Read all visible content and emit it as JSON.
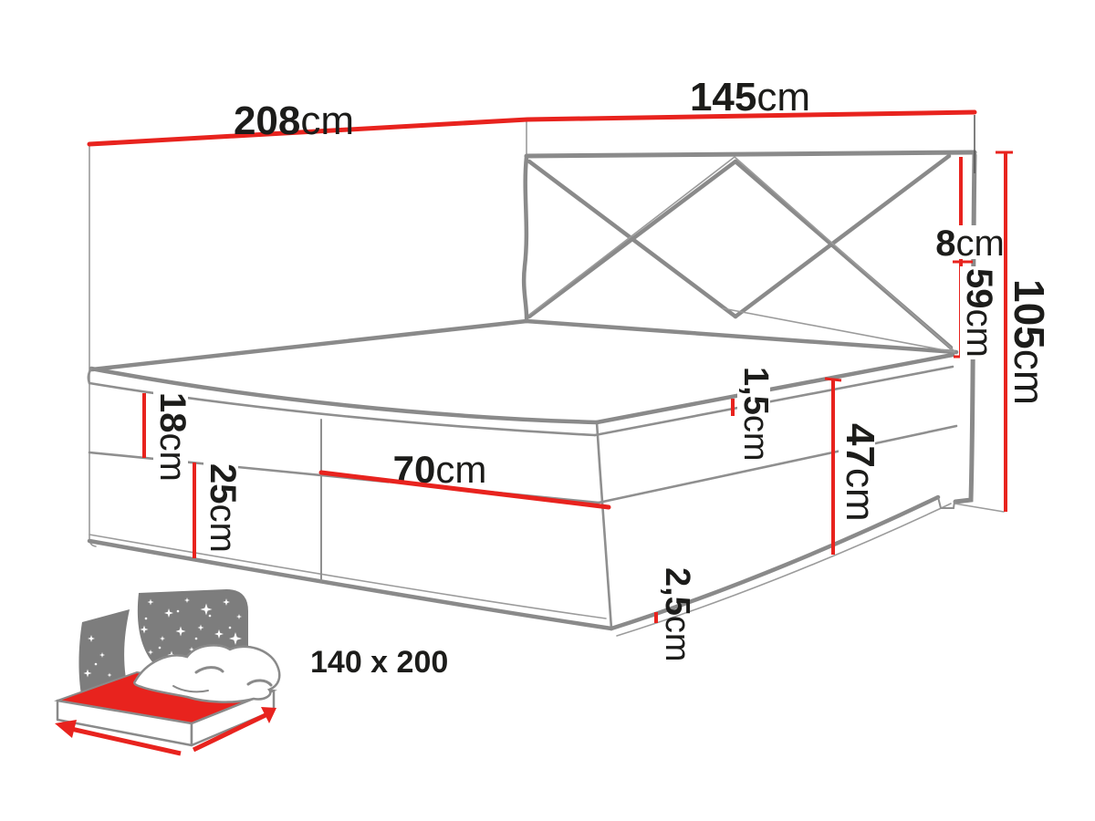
{
  "title": "Boxspring bed dimension diagram",
  "colors": {
    "dimension_line": "#e8231e",
    "outline_gray": "#8a8a8a",
    "text": "#1c1c1a",
    "icon_gray": "#7d7d7d",
    "size_label_gray": "#8c8c8c",
    "background": "#ffffff"
  },
  "dimensions": {
    "wall_length": {
      "value": "208",
      "unit": "cm"
    },
    "headboard_width": {
      "value": "145",
      "unit": "cm"
    },
    "headboard_top_gap": {
      "value": "8",
      "unit": "cm"
    },
    "headboard_clearance": {
      "value": "59",
      "unit": "cm"
    },
    "total_height": {
      "value": "105",
      "unit": "cm"
    },
    "mattress_thickness": {
      "value": "18",
      "unit": "cm"
    },
    "base_height": {
      "value": "25",
      "unit": "cm"
    },
    "front_panel_width": {
      "value": "70",
      "unit": "cm"
    },
    "topper_seam": {
      "value": "1,5",
      "unit": "cm"
    },
    "side_height": {
      "value": "47",
      "unit": "cm"
    },
    "floor_clearance": {
      "value": "2,5",
      "unit": "cm"
    }
  },
  "icon": {
    "name": "mattress-size-icon",
    "description": "double bed with starry night backdrop and red measuring arrows",
    "label": "140 x 200"
  }
}
